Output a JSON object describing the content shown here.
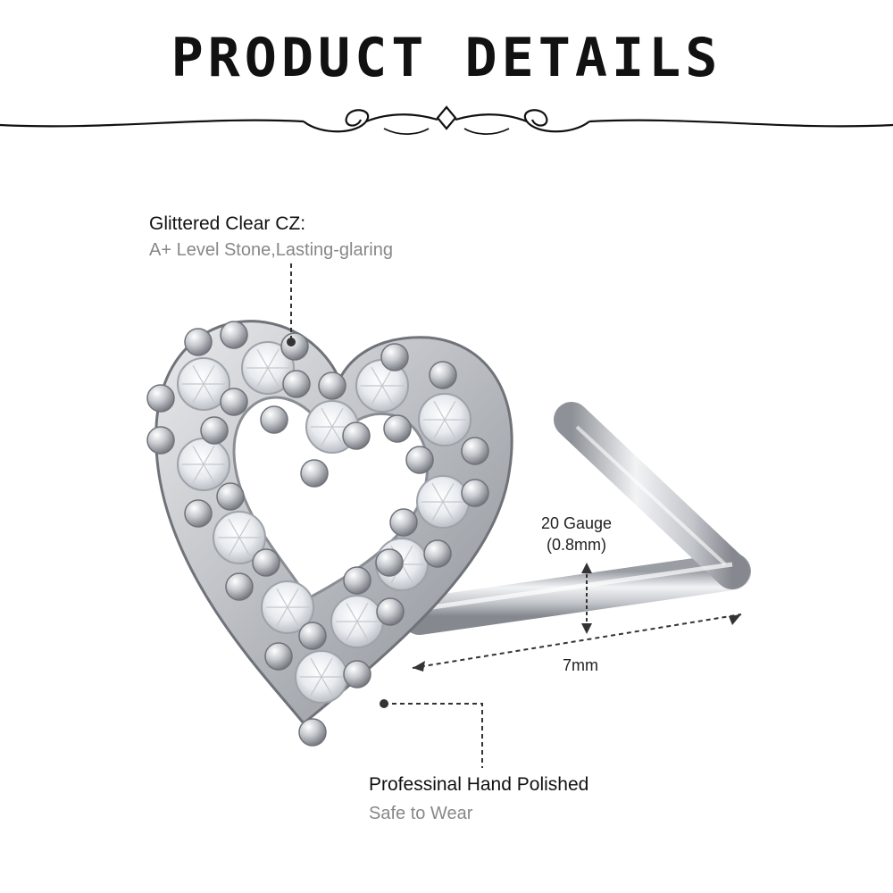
{
  "header": {
    "title": "PRODUCT DETAILS"
  },
  "callouts": {
    "stone": {
      "title": "Glittered Clear CZ:",
      "subtitle": "A+ Level Stone,Lasting-glaring"
    },
    "polish": {
      "title": "Professinal Hand Polished",
      "subtitle": "Safe to Wear"
    }
  },
  "dimensions": {
    "gauge": {
      "line1": "20 Gauge",
      "line2": "(0.8mm)"
    },
    "length": "7mm"
  },
  "colors": {
    "title": "#111111",
    "label": "#111111",
    "sublabel": "#888888",
    "metal": "#c4c7cc",
    "metal_highlight": "#f4f5f7",
    "metal_shadow": "#7f8389"
  }
}
